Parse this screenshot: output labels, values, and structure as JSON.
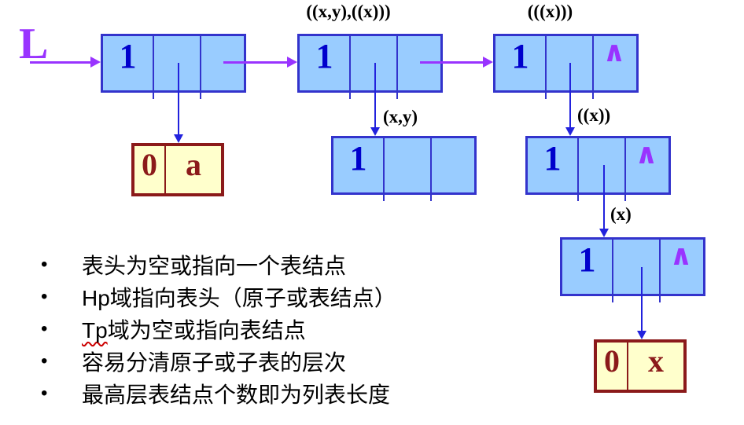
{
  "diagram": {
    "pointer_label": "L",
    "null_symbol": "∧",
    "nodes": {
      "head1": {
        "tag": "1"
      },
      "head2": {
        "tag": "1",
        "label": "((x,y),((x)))"
      },
      "head3": {
        "tag": "1",
        "label": "(((x)))"
      },
      "sub_xy": {
        "tag": "1",
        "label": "(x,y)"
      },
      "sub_xx": {
        "tag": "1",
        "label": "((x))"
      },
      "sub_x": {
        "tag": "1",
        "label": "(x)"
      }
    },
    "atoms": {
      "a": {
        "tag": "0",
        "value": "a"
      },
      "x": {
        "tag": "0",
        "value": "x"
      }
    }
  },
  "bullets": {
    "marker": "•",
    "items": [
      {
        "text": "表头为空或指向一个表结点"
      },
      {
        "text": "Hp域指向表头（原子或表结点）"
      },
      {
        "misspelled": "Tp",
        "text": "域为空或指向表结点"
      },
      {
        "text": "容易分清原子或子表的层次"
      },
      {
        "text": "最高层表结点个数即为列表长度"
      }
    ]
  },
  "colors": {
    "node_fill": "#99CCFF",
    "node_border": "#3333CC",
    "tag_blue": "#0000CC",
    "pointer_purple": "#9933FF",
    "link_arrow_blue": "#2222DD",
    "atom_fill": "#FFFFCC",
    "atom_border": "#8B1A1A",
    "label_text": "#000000"
  }
}
